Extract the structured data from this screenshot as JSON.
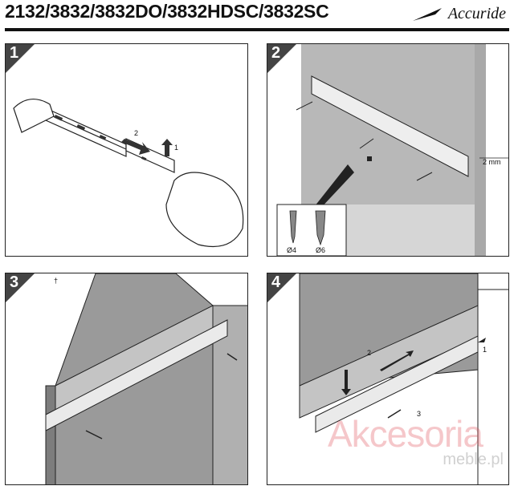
{
  "header": {
    "title": "2132/3832/3832DO/3832HDSC/3832SC",
    "brand": "Accuride"
  },
  "steps": [
    {
      "number": "1",
      "labels": {
        "arrow_pull": "2",
        "arrow_lift": "1"
      }
    },
    {
      "number": "2",
      "labels": {
        "gap": "2 mm",
        "screw_a": "Ø4",
        "screw_b": "Ø6"
      }
    },
    {
      "number": "3",
      "labels": {
        "mark": "†"
      }
    },
    {
      "number": "4",
      "labels": {
        "move": "2",
        "push": "1",
        "screw": "3"
      }
    }
  ],
  "watermark": {
    "main": "Akcesoria",
    "sub": "meble.pl"
  }
}
